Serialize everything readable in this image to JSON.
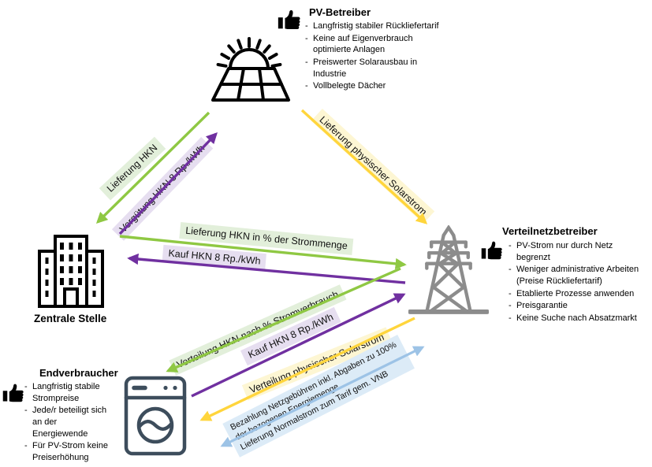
{
  "colors": {
    "green": "#8fc843",
    "purple": "#7030a0",
    "yellow": "#ffd53c",
    "blue": "#9dc3e6",
    "green_bg": "#e2efda",
    "purple_bg": "#e6def0",
    "yellow_bg": "#fdf6d3",
    "blue_bg": "#dcebf7",
    "tower_gray": "#8c8c8c",
    "washer_dark": "#3d4d5c",
    "icon_black": "#000000"
  },
  "nodes": {
    "pv_betreiber": {
      "title": "PV-Betreiber",
      "bullets": [
        "Langfristig stabiler Rückliefertarif",
        "Keine auf Eigenverbrauch\noptimierte Anlagen",
        "Preiswerter Solarausbau in\nIndustrie",
        "Vollbelegte Dächer"
      ]
    },
    "verteilnetzbetreiber": {
      "title": "Verteilnetzbetreiber",
      "bullets": [
        "PV-Strom nur durch Netz\nbegrenzt",
        "Weniger administrative Arbeiten\n(Preise Rückliefertarif)",
        "Etablierte Prozesse anwenden",
        "Preisgarantie",
        "Keine Suche nach Absatzmarkt"
      ]
    },
    "zentrale_stelle": {
      "title": "Zentrale Stelle"
    },
    "endverbraucher": {
      "title": "Endverbraucher",
      "bullets": [
        "Langfristig stabile\nStrompreise",
        "Jede/r beteiligt sich\nan der\nEnergiewende",
        "Für PV-Strom keine\nPreiserhöhung"
      ]
    }
  },
  "arrow_labels": {
    "lieferung_hkn": "Lieferung HKN",
    "verguetung_hkn": "Vergütung HKN 8 Rp./kWh",
    "lieferung_solarstrom": "Lieferung physischer Solarstrom",
    "lieferung_hkn_prozent": "Lieferung HKN in % der Strommenge",
    "kauf_hkn_mitte": "Kauf HKN 8 Rp./kWh",
    "verteilung_hkn": "Verteilung HKN nach % Stromverbrauch",
    "kauf_hkn_unten": "Kauf HKN 8 Rp./kWh",
    "verteilung_solarstrom": "Verteilung physischer Solarstrom",
    "netz_und_normalstrom": "Bezahlung Netzgebühren inkl. Abgaben zu 100%\nder bezogenen Energiemenge\nLieferung Normalstrom zum Tarif gem. VNB"
  },
  "icons": {
    "pv": "solar-panel-sun-icon",
    "vnb": "transmission-tower-icon",
    "zentrale": "office-building-icon",
    "endverbraucher": "washing-machine-icon",
    "benefit": "thumbs-up-icon"
  }
}
